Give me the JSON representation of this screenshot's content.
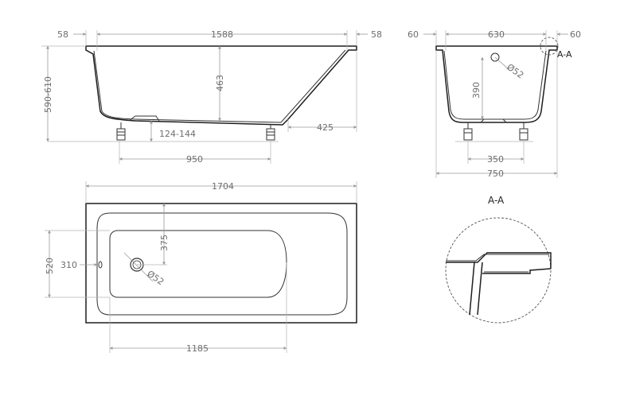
{
  "side_view": {
    "dim_left_flange": "58",
    "dim_length": "1588",
    "dim_right_flange": "58",
    "dim_height": "590-610",
    "dim_depth": "463",
    "dim_foot_height": "124-144",
    "dim_slope": "425",
    "dim_leg_span": "950"
  },
  "end_view": {
    "dim_left_flange": "60",
    "dim_width_inner": "630",
    "dim_right_flange": "60",
    "dim_overflow_dia": "Ø52",
    "dim_overflow_height": "390",
    "dim_leg_span": "350",
    "dim_width_total": "750",
    "section_marker": "A-A"
  },
  "top_view": {
    "dim_length": "1704",
    "dim_width": "520",
    "dim_drain_offset": "310",
    "dim_drain_from_edge": "375",
    "dim_drain_dia": "Ø52",
    "dim_inner_length": "1185"
  },
  "detail": {
    "title": "A-A"
  }
}
